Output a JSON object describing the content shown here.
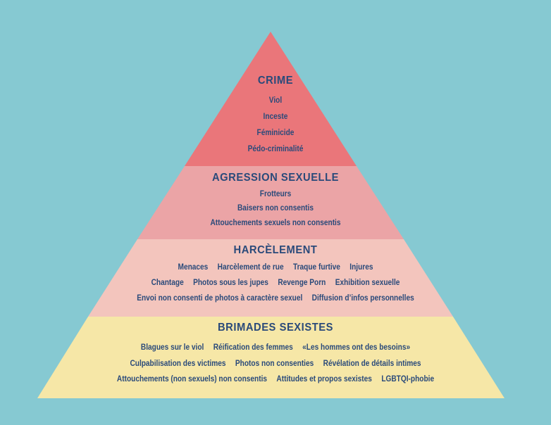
{
  "colors": {
    "background": "#86c9d2",
    "text": "#2a4a7a",
    "crime": "#ea767a",
    "agression": "#eba4a6",
    "harcelement": "#f3c5bd",
    "brimades": "#f6e7a7"
  },
  "tiers": [
    {
      "title": "CRIME",
      "lines": [
        [
          "Viol"
        ],
        [
          "Inceste"
        ],
        [
          "Féminicide"
        ],
        [
          "Pédo-criminalité"
        ]
      ]
    },
    {
      "title": "AGRESSION SEXUELLE",
      "lines": [
        [
          "Frotteurs"
        ],
        [
          "Baisers non consentis"
        ],
        [
          "Attouchements sexuels non consentis"
        ]
      ]
    },
    {
      "title": "HARCÈLEMENT",
      "lines": [
        [
          "Menaces",
          "Harcèlement de rue",
          "Traque furtive",
          "Injures"
        ],
        [
          "Chantage",
          "Photos sous les jupes",
          "Revenge Porn",
          "Exhibition sexuelle"
        ],
        [
          "Envoi non consenti de photos à caractère sexuel",
          "Diffusion d’infos personnelles"
        ]
      ]
    },
    {
      "title": "BRIMADES SEXISTES",
      "lines": [
        [
          "Blagues sur le viol",
          "Réification des femmes",
          "«Les hommes ont des besoins»"
        ],
        [
          "Culpabilisation des victimes",
          "Photos non consenties",
          "Révélation de détails intimes"
        ],
        [
          "Attouchements (non sexuels) non consentis",
          "Attitudes et propos sexistes",
          "LGBTQI-phobie"
        ]
      ]
    }
  ]
}
